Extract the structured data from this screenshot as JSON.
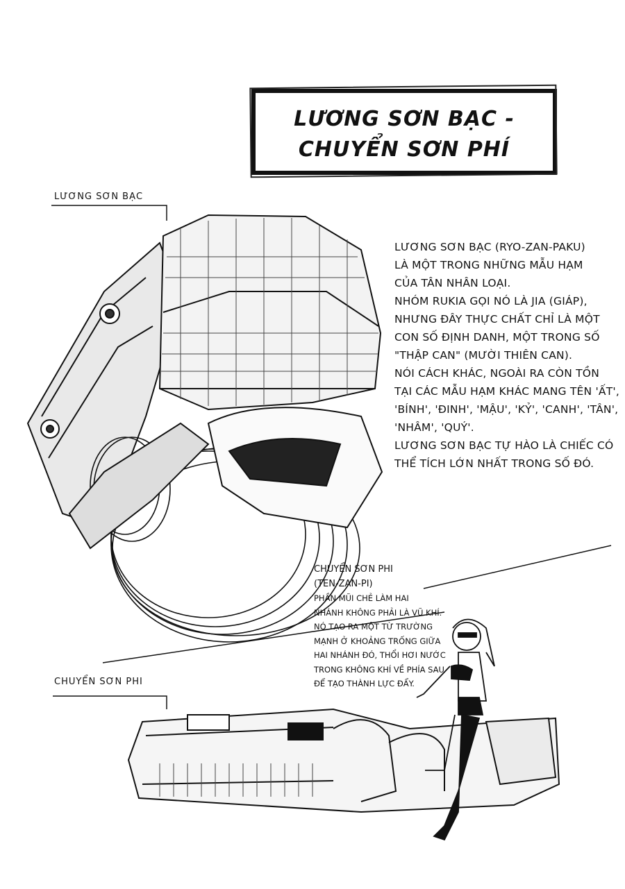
{
  "title": {
    "line1": "LƯƠNG SƠN BẠC -",
    "line2": "CHUYỂN SƠN PHÍ"
  },
  "labels": {
    "top_label": "LƯƠNG SƠN BẠC",
    "bottom_label": "CHUYỂN SƠN PHI"
  },
  "main_description": {
    "lines": [
      "LƯƠNG SƠN BẠC (RYO-ZAN-PAKU)",
      "LÀ MỘT TRONG NHỮNG MẪU HẠM",
      "CỦA TÂN NHÂN LOẠI.",
      "NHÓM RUKIA GỌI NÓ LÀ JIA (GIÁP),",
      "NHƯNG ĐÂY THỰC CHẤT CHỈ LÀ MỘT",
      "CON SỐ ĐỊNH DANH, MỘT TRONG SỐ",
      "\"THẬP CAN\" (MƯỜI THIÊN CAN).",
      "NÓI CÁCH KHÁC, NGOÀI RA CÒN TỒN",
      "TẠI CÁC MẪU HẠM KHÁC MANG TÊN 'ẤT',",
      "'BÍNH', 'ĐINH', 'MẬU', 'KỶ', 'CANH', 'TÂN',",
      "'NHÂM', 'QUÝ'.",
      "LƯƠNG SƠN BẠC TỰ HÀO LÀ CHIẾC CÓ",
      "THỂ TÍCH LỚN NHẤT TRONG SỐ ĐÓ."
    ]
  },
  "side_description": {
    "title_lines": [
      "CHUYỂN SƠN PHI",
      "(TEN-ZAN-PI)"
    ],
    "lines": [
      "PHẦN MŨI CHẺ LÀM HAI",
      "NHÁNH KHÔNG PHẢI LÀ VŨ KHÍ.",
      "NÓ TẠO RA MỘT TỪ TRƯỜNG",
      "MẠNH Ở KHOẢNG TRỐNG GIỮA",
      "HAI NHÁNH ĐÓ, THỔI HƠI NƯỚC",
      "TRONG KHÔNG KHÍ VỀ PHÍA SAU",
      "ĐỂ TẠO THÀNH LỰC ĐẨY."
    ]
  }
}
